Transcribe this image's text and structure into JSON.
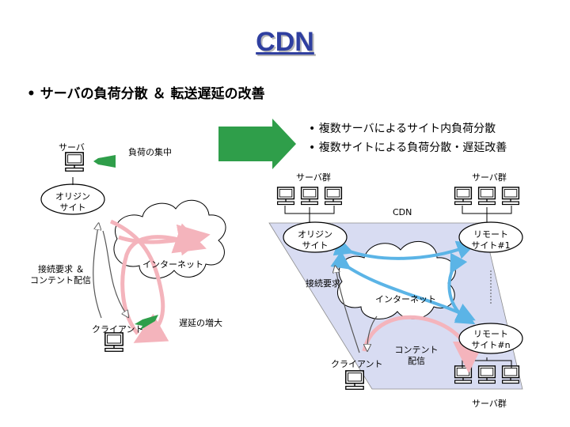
{
  "title": "CDN",
  "bullet_main": "• サーバの負荷分散 ＆ 転送遅延の改善",
  "bullet_right_1": "• 複数サーバによるサイト内負荷分散",
  "bullet_right_2": "• 複数サイトによる負荷分散・遅延改善",
  "left": {
    "server_label": "サーバ",
    "load_concentration": "負荷の集中",
    "origin_site": [
      "オリジン",
      "サイト"
    ],
    "internet": "インターネット",
    "request_delivery": [
      "接続要求 ＆",
      "コンテント配信"
    ],
    "client": "クライアント",
    "delay_increase": "遅延の増大"
  },
  "right": {
    "server_group_left": "サーバ群",
    "server_group_right": "サーバ群",
    "server_group_bottom": "サーバ群",
    "cdn_label": "CDN",
    "origin_site": [
      "オリジン",
      "サイト"
    ],
    "remote_site_1": [
      "リモート",
      "サイト#1"
    ],
    "remote_site_n": [
      "リモート",
      "サイト#n"
    ],
    "connection_request": "接続要求",
    "internet": "インターネット",
    "content_delivery": [
      "コンテント",
      "配信"
    ],
    "client": "クライアント"
  },
  "colors": {
    "title": "#2f3fa0",
    "cdn_region": "#d8dcf2",
    "pink_arrow": "#f4b4bc",
    "blue_arrow": "#5bb4e6",
    "green_arrow": "#2f9e4a"
  }
}
